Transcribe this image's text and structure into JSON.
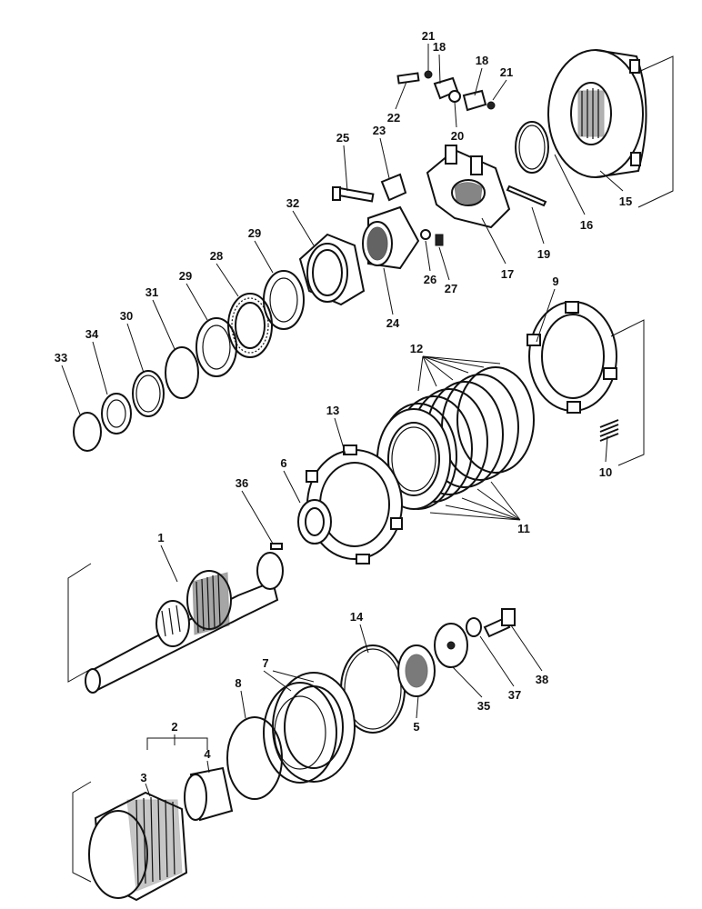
{
  "colors": {
    "ink": "#111111",
    "background": "#ffffff"
  },
  "callouts": [
    {
      "key": "c1",
      "text": "1"
    },
    {
      "key": "c2",
      "text": "2"
    },
    {
      "key": "c3",
      "text": "3"
    },
    {
      "key": "c4",
      "text": "4"
    },
    {
      "key": "c5",
      "text": "5"
    },
    {
      "key": "c6",
      "text": "6"
    },
    {
      "key": "c7",
      "text": "7"
    },
    {
      "key": "c8",
      "text": "8"
    },
    {
      "key": "c9",
      "text": "9"
    },
    {
      "key": "c10",
      "text": "10"
    },
    {
      "key": "c11",
      "text": "11"
    },
    {
      "key": "c12",
      "text": "12"
    },
    {
      "key": "c13",
      "text": "13"
    },
    {
      "key": "c14",
      "text": "14"
    },
    {
      "key": "c15",
      "text": "15"
    },
    {
      "key": "c16",
      "text": "16"
    },
    {
      "key": "c17",
      "text": "17"
    },
    {
      "key": "c18a",
      "text": "18"
    },
    {
      "key": "c18b",
      "text": "18"
    },
    {
      "key": "c19",
      "text": "19"
    },
    {
      "key": "c20",
      "text": "20"
    },
    {
      "key": "c21a",
      "text": "21"
    },
    {
      "key": "c21b",
      "text": "21"
    },
    {
      "key": "c22",
      "text": "22"
    },
    {
      "key": "c23",
      "text": "23"
    },
    {
      "key": "c24",
      "text": "24"
    },
    {
      "key": "c25",
      "text": "25"
    },
    {
      "key": "c26",
      "text": "26"
    },
    {
      "key": "c27",
      "text": "27"
    },
    {
      "key": "c28",
      "text": "28"
    },
    {
      "key": "c29a",
      "text": "29"
    },
    {
      "key": "c29b",
      "text": "29"
    },
    {
      "key": "c30",
      "text": "30"
    },
    {
      "key": "c31",
      "text": "31"
    },
    {
      "key": "c32",
      "text": "32"
    },
    {
      "key": "c33",
      "text": "33"
    },
    {
      "key": "c34",
      "text": "34"
    },
    {
      "key": "c35",
      "text": "35"
    },
    {
      "key": "c36",
      "text": "36"
    },
    {
      "key": "c37",
      "text": "37"
    },
    {
      "key": "c38",
      "text": "38"
    }
  ]
}
